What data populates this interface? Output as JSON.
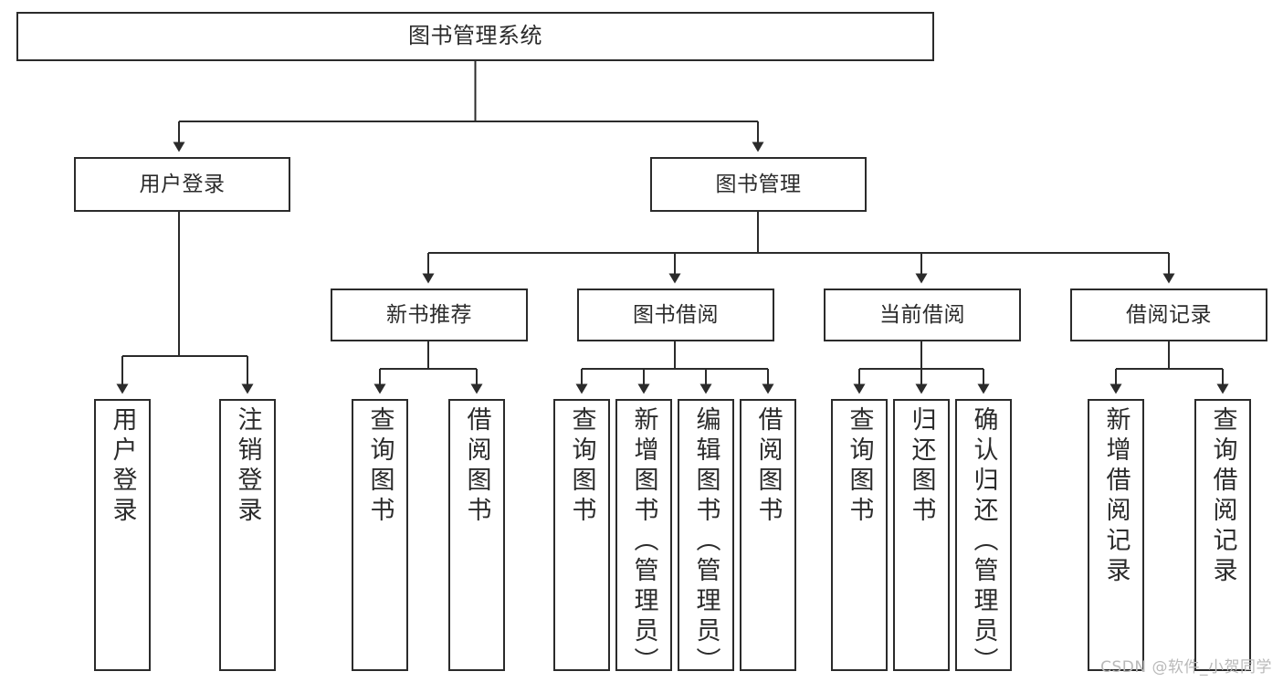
{
  "diagram": {
    "type": "tree",
    "title": "图书管理系统",
    "watermark": "CSDN @软件_小贺同学",
    "colors": {
      "stroke": "#2b2b2b",
      "fill": "#ffffff",
      "background": "#ffffff",
      "watermark": "#b9b9b9"
    },
    "nodes": {
      "root": {
        "label": "图书管理系统"
      },
      "level2": [
        {
          "id": "user-login",
          "label": "用户登录"
        },
        {
          "id": "book-manage",
          "label": "图书管理"
        }
      ],
      "level3": [
        {
          "id": "new-book-rec",
          "label": "新书推荐"
        },
        {
          "id": "book-borrow",
          "label": "图书借阅"
        },
        {
          "id": "current-borrow",
          "label": "当前借阅"
        },
        {
          "id": "borrow-record",
          "label": "借阅记录"
        }
      ],
      "leaves": [
        {
          "id": "leaf-user-login",
          "label": "用户登录"
        },
        {
          "id": "leaf-logout",
          "label": "注销登录"
        },
        {
          "id": "leaf-query-book-1",
          "label": "查询图书"
        },
        {
          "id": "leaf-borrow-book-1",
          "label": "借阅图书"
        },
        {
          "id": "leaf-query-book-2",
          "label": "查询图书"
        },
        {
          "id": "leaf-add-book",
          "label": "新增图书（管理员）"
        },
        {
          "id": "leaf-edit-book",
          "label": "编辑图书（管理员）"
        },
        {
          "id": "leaf-borrow-book-2",
          "label": "借阅图书"
        },
        {
          "id": "leaf-query-book-3",
          "label": "查询图书"
        },
        {
          "id": "leaf-return-book",
          "label": "归还图书"
        },
        {
          "id": "leaf-confirm-return",
          "label": "确认归还（管理员）"
        },
        {
          "id": "leaf-add-record",
          "label": "新增借阅记录"
        },
        {
          "id": "leaf-query-record",
          "label": "查询借阅记录"
        }
      ]
    },
    "edges": [
      {
        "from": "root",
        "to": "user-login"
      },
      {
        "from": "root",
        "to": "book-manage"
      },
      {
        "from": "user-login",
        "to": "leaf-user-login"
      },
      {
        "from": "user-login",
        "to": "leaf-logout"
      },
      {
        "from": "book-manage",
        "to": "new-book-rec"
      },
      {
        "from": "book-manage",
        "to": "book-borrow"
      },
      {
        "from": "book-manage",
        "to": "current-borrow"
      },
      {
        "from": "book-manage",
        "to": "borrow-record"
      },
      {
        "from": "new-book-rec",
        "to": "leaf-query-book-1"
      },
      {
        "from": "new-book-rec",
        "to": "leaf-borrow-book-1"
      },
      {
        "from": "book-borrow",
        "to": "leaf-query-book-2"
      },
      {
        "from": "book-borrow",
        "to": "leaf-add-book"
      },
      {
        "from": "book-borrow",
        "to": "leaf-edit-book"
      },
      {
        "from": "book-borrow",
        "to": "leaf-borrow-book-2"
      },
      {
        "from": "current-borrow",
        "to": "leaf-query-book-3"
      },
      {
        "from": "current-borrow",
        "to": "leaf-return-book"
      },
      {
        "from": "current-borrow",
        "to": "leaf-confirm-return"
      },
      {
        "from": "borrow-record",
        "to": "leaf-add-record"
      },
      {
        "from": "borrow-record",
        "to": "leaf-query-record"
      }
    ]
  }
}
